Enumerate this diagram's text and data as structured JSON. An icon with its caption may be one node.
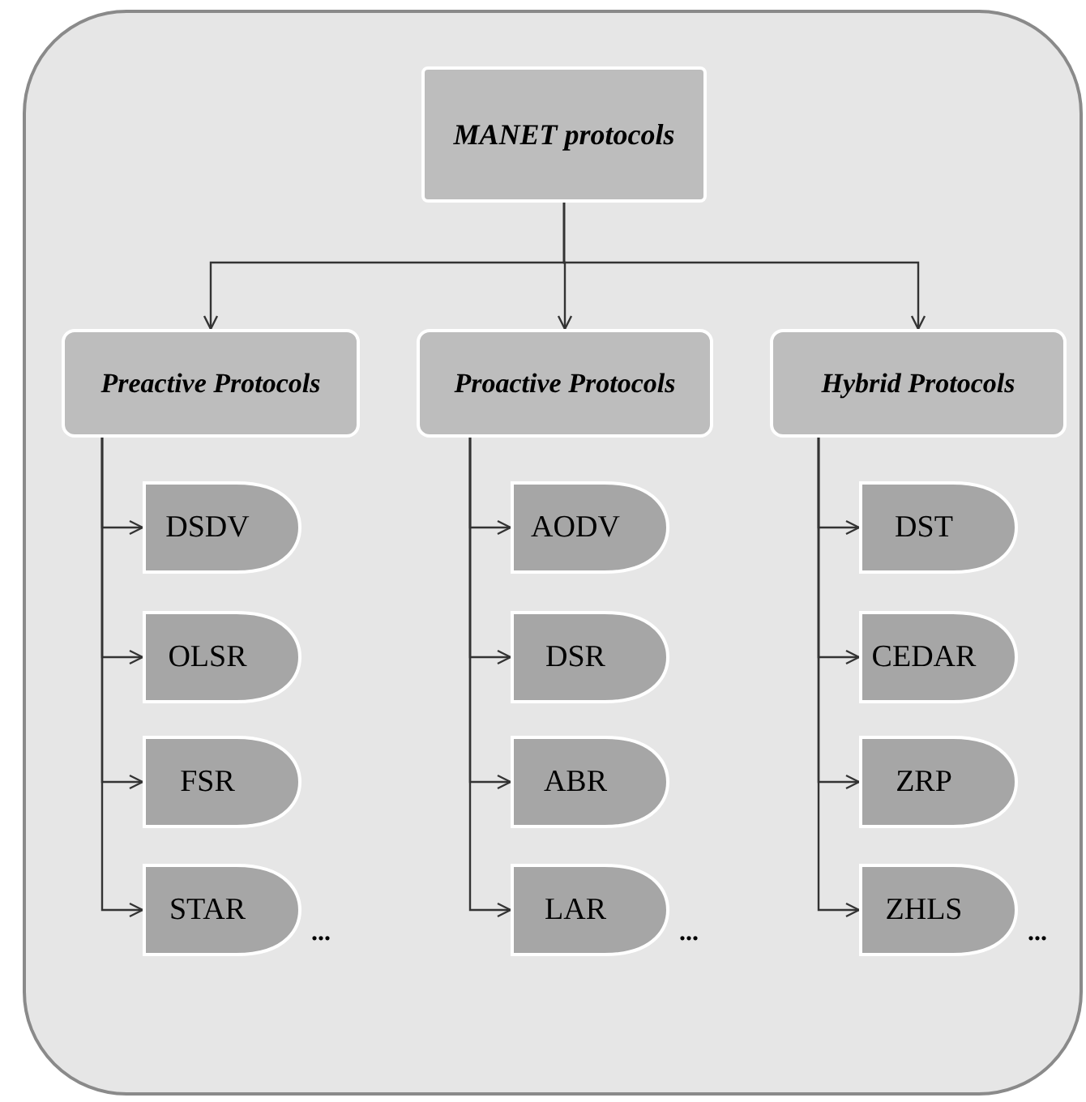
{
  "diagram": {
    "nodes": [
      {
        "text": [],
        "shape": "box"
      },
      {
        "text": [
          "MANET protocols"
        ],
        "in": 0
      },
      {
        "text": [
          "Preactive Protocols"
        ],
        "in": 0
      },
      {
        "text": [
          "Proactive Protocols"
        ],
        "in": 0
      },
      {
        "text": [
          "Hybrid Protocols"
        ],
        "in": 0
      },
      {
        "text": [
          "DSDV"
        ],
        "in": 0
      },
      {
        "text": [
          "OLSR"
        ],
        "in": 0
      },
      {
        "text": [
          "FSR"
        ],
        "in": 0
      },
      {
        "text": [
          "STAR"
        ],
        "in": 0,
        "beside": [
          "..."
        ]
      },
      {
        "text": [
          "AODV"
        ],
        "in": 0
      },
      {
        "text": [
          "DSR"
        ],
        "in": 0
      },
      {
        "text": [
          "ABR"
        ],
        "in": 0
      },
      {
        "text": [
          "LAR"
        ],
        "in": 0,
        "beside": [
          "..."
        ]
      },
      {
        "text": [
          "DST"
        ],
        "in": 0
      },
      {
        "text": [
          "CEDAR"
        ],
        "in": 0
      },
      {
        "text": [
          "ZRP"
        ],
        "in": 0
      },
      {
        "text": [
          "ZHLS"
        ],
        "in": 0,
        "beside": [
          "..."
        ]
      }
    ],
    "edges": [
      {
        "from": 1,
        "to": 2,
        "arrow": "to"
      },
      {
        "from": 1,
        "to": 3,
        "arrow": "to"
      },
      {
        "from": 1,
        "to": 4,
        "arrow": "to"
      },
      {
        "from": 2,
        "to": 5,
        "arrow": "to"
      },
      {
        "from": 2,
        "to": 6,
        "arrow": "to"
      },
      {
        "from": 2,
        "to": 7,
        "arrow": "to"
      },
      {
        "from": 2,
        "to": 8,
        "arrow": "to"
      },
      {
        "from": 3,
        "to": 9,
        "arrow": "to"
      },
      {
        "from": 3,
        "to": 10,
        "arrow": "to"
      },
      {
        "from": 3,
        "to": 11,
        "arrow": "to"
      },
      {
        "from": 3,
        "to": 12,
        "arrow": "to"
      },
      {
        "from": 4,
        "to": 13,
        "arrow": "to"
      },
      {
        "from": 4,
        "to": 14,
        "arrow": "to"
      },
      {
        "from": 4,
        "to": 15,
        "arrow": "to"
      },
      {
        "from": 4,
        "to": 16,
        "arrow": "to"
      }
    ]
  }
}
